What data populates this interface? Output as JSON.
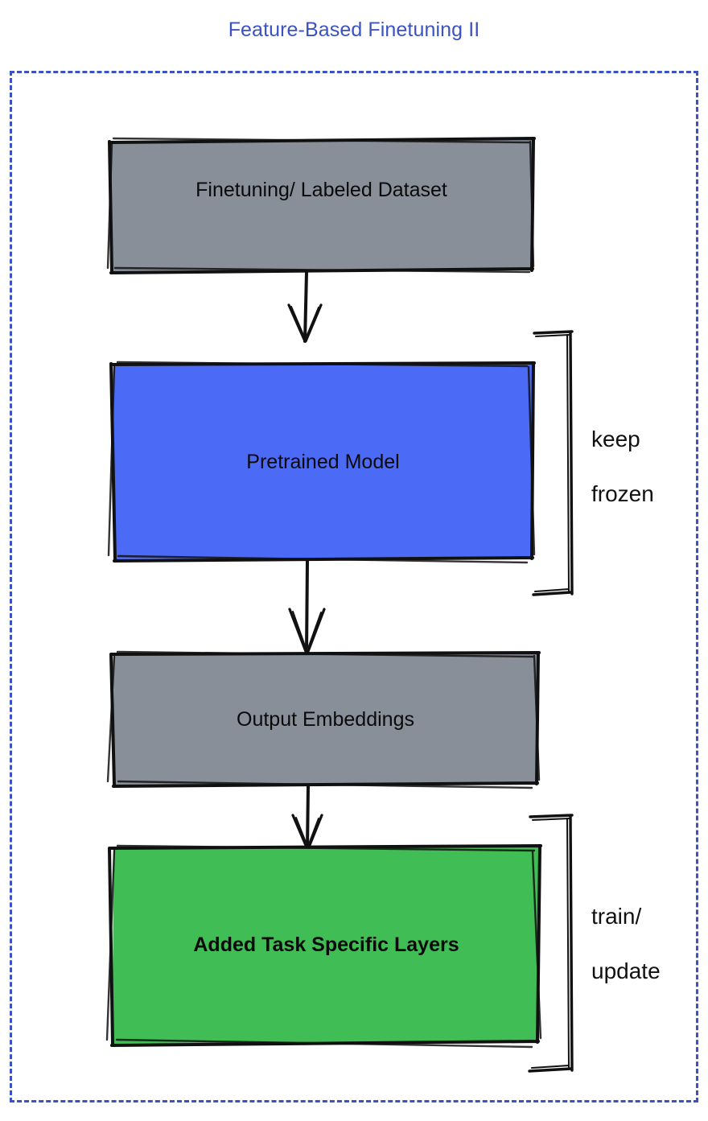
{
  "title": "Feature-Based Finetuning II",
  "colors": {
    "title": "#3b51c4",
    "frame_dashed": "#3b51c4",
    "gray_node": "#888f99",
    "blue_node": "#4b6af5",
    "green_node": "#41bd55",
    "stroke": "#111111",
    "text": "#0a0a0a",
    "background": "#ffffff"
  },
  "nodes": [
    {
      "id": "dataset",
      "label": "Finetuning/ Labeled Dataset",
      "fill": "#888f99",
      "bold": false
    },
    {
      "id": "pretrained",
      "label": "Pretrained Model",
      "fill": "#4b6af5",
      "bold": false
    },
    {
      "id": "embeddings",
      "label": "Output Embeddings",
      "fill": "#888f99",
      "bold": false
    },
    {
      "id": "tasklayers",
      "label": "Added Task Specific Layers",
      "fill": "#41bd55",
      "bold": true
    }
  ],
  "edges": [
    {
      "id": "edge-dataset-pretrained",
      "from": "dataset",
      "to": "pretrained",
      "arrow": "down"
    },
    {
      "id": "edge-pretrained-embeddings",
      "from": "pretrained",
      "to": "embeddings",
      "arrow": "down"
    },
    {
      "id": "edge-embeddings-tasklayers",
      "from": "embeddings",
      "to": "tasklayers",
      "arrow": "down"
    }
  ],
  "annotations": [
    {
      "id": "keep-frozen",
      "target": "pretrained",
      "line1": "keep",
      "line2": "frozen"
    },
    {
      "id": "train-update",
      "target": "tasklayers",
      "line1": "train/",
      "line2": "update"
    }
  ]
}
